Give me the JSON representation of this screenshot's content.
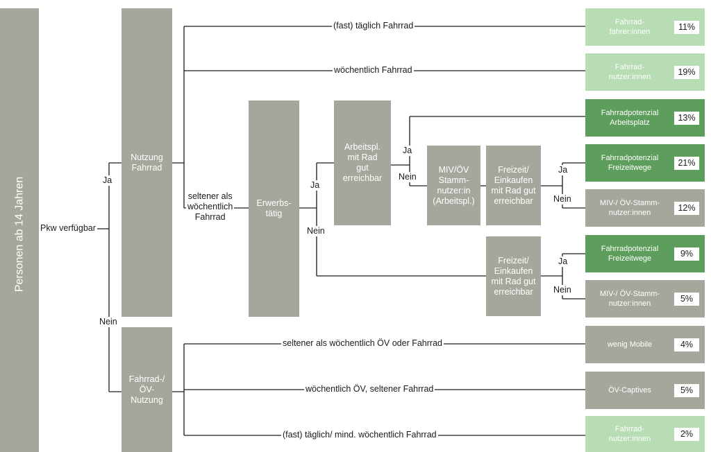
{
  "root": {
    "label": "Personen ab 14 Jahren"
  },
  "pkw": {
    "label": "Pkw verfügbar",
    "ja": "Ja",
    "nein": "Nein"
  },
  "nutzung_fahrrad": {
    "label": "Nutzung\nFahrrad"
  },
  "fahrrad_oev": {
    "label": "Fahrrad-/\nÖV-\nNutzung"
  },
  "erwerbstaetig": {
    "label": "Erwerbs-\ntätig",
    "ja": "Ja",
    "nein": "Nein"
  },
  "arbeitsplatz": {
    "label": "Arbeitspl.\nmit Rad\ngut\nerreichbar",
    "ja": "Ja",
    "nein": "Nein"
  },
  "miv_oev": {
    "label": "MIV/ÖV\nStamm-\nnutzer:in\n(Arbeitspl.)"
  },
  "freizeit1": {
    "label": "Freizeit/\nEinkaufen\nmit Rad gut\nerreichbar",
    "ja": "Ja",
    "nein": "Nein"
  },
  "freizeit2": {
    "label": "Freizeit/\nEinkaufen\nmit Rad gut\nerreichbar",
    "ja": "Ja",
    "nein": "Nein"
  },
  "branches": {
    "taeglich": "(fast) täglich Fahrrad",
    "woechentlich": "wöchentlich Fahrrad",
    "seltener": "seltener als\nwöchentlich\nFahrrad",
    "seltener_oev": "seltener als wöchentlich ÖV oder Fahrrad",
    "woechentlich_oev": "wöchentlich ÖV, seltener Fahrrad",
    "taeglich_mind": "(fast) täglich/ mind. wöchentlich Fahrrad"
  },
  "outcomes": [
    {
      "label": "Fahrrad-\nfahrer:innen",
      "pct": "11%",
      "style": "light"
    },
    {
      "label": "Fahrrad-\nnutzer:innen",
      "pct": "19%",
      "style": "light"
    },
    {
      "label": "Fahrradpotenzial\nArbeitsplatz",
      "pct": "13%",
      "style": "dark"
    },
    {
      "label": "Fahrradpotenzial\nFreizeitwege",
      "pct": "21%",
      "style": "dark"
    },
    {
      "label": "MIV-/ ÖV-Stamm-\nnutzer:innen",
      "pct": "12%",
      "style": "gray"
    },
    {
      "label": "Fahrradpotenzial\nFreizeitwege",
      "pct": "9%",
      "style": "dark"
    },
    {
      "label": "MIV-/ ÖV-Stamm-\nnutzer:innen",
      "pct": "5%",
      "style": "gray"
    },
    {
      "label": "wenig Mobile",
      "pct": "4%",
      "style": "gray"
    },
    {
      "label": "ÖV-Captives",
      "pct": "5%",
      "style": "gray"
    },
    {
      "label": "Fahrrad-\nnutzer:innen",
      "pct": "2%",
      "style": "light"
    }
  ],
  "colors": {
    "gray_box": "#a6a69d",
    "light_green": "#b8dcb4",
    "dark_green": "#5e9e5c",
    "line": "#1a1a1a"
  }
}
